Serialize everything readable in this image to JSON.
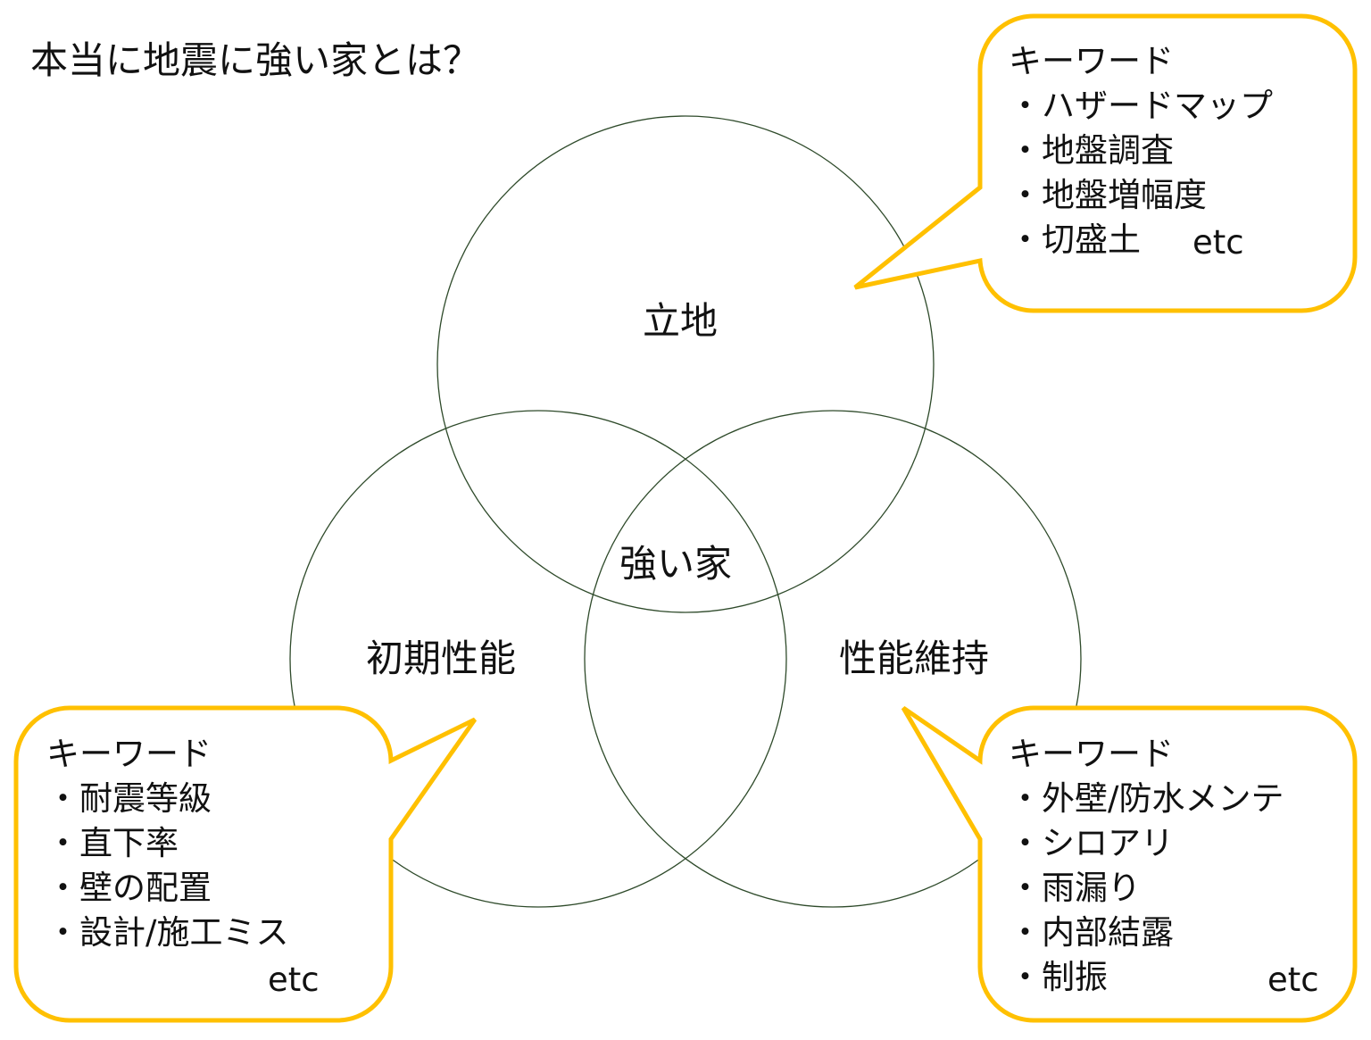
{
  "title": "本当に地震に強い家とは？",
  "circles": {
    "top": "立地",
    "left": "初期性能",
    "right": "性能維持",
    "center": "強い家"
  },
  "colors": {
    "circle_stroke": "#2E4A2A",
    "callout_stroke": "#FFC000"
  },
  "callouts": {
    "top_right": {
      "heading": "キーワード",
      "items": [
        "ハザードマップ",
        "地盤調査",
        "地盤増幅度",
        "切盛土"
      ],
      "etc": "etc"
    },
    "bottom_left": {
      "heading": "キーワード",
      "items": [
        "耐震等級",
        "直下率",
        "壁の配置",
        "設計/施工ミス"
      ],
      "etc": "etc"
    },
    "bottom_right": {
      "heading": "キーワード",
      "items": [
        "外壁/防水メンテ",
        "シロアリ",
        "雨漏り",
        "内部結露",
        "制振"
      ],
      "etc": "etc"
    }
  }
}
